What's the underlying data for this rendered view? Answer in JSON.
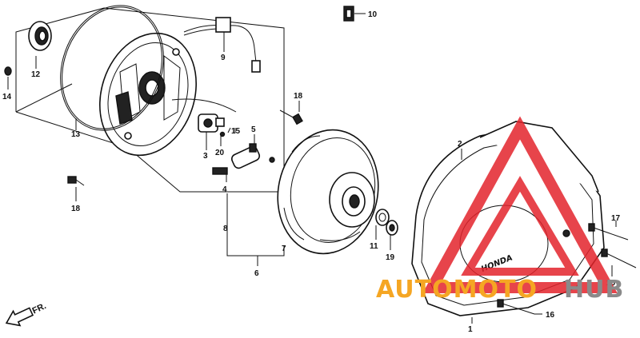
{
  "callouts": {
    "c1": "1",
    "c2": "2",
    "c3": "3",
    "c4": "4",
    "c5": "5",
    "c6": "6",
    "c7": "7",
    "c8": "8",
    "c9": "9",
    "c10": "10",
    "c11": "11",
    "c12": "12",
    "c13": "13",
    "c14": "14",
    "c15": "15",
    "c16a": "16",
    "c16b": "16",
    "c17": "17",
    "c18a": "18",
    "c18b": "18",
    "c19": "19",
    "c20": "20"
  },
  "direction_label": "FR.",
  "cover_brand": "HONDA",
  "watermark": {
    "text_orange": "AUTOMOTO",
    "text_gray": "HUB",
    "color_red": "#e3232b",
    "color_orange": "#f5a623",
    "color_gray": "#8a8a8a"
  }
}
